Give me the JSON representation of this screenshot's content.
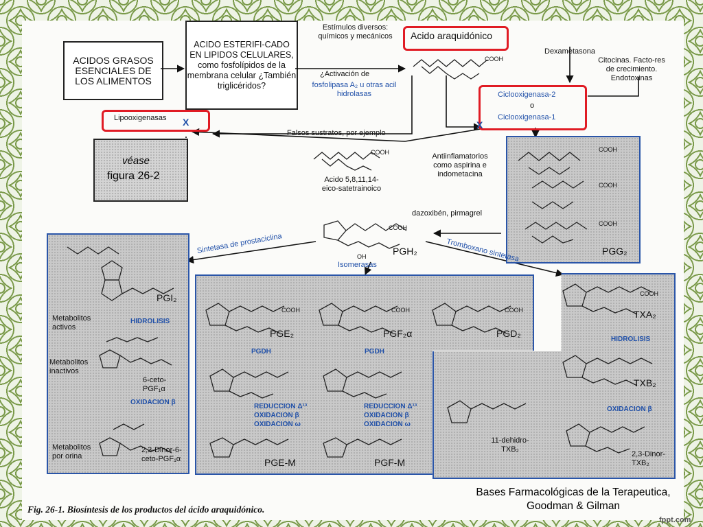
{
  "boxes": {
    "acidos_grasos": "ACIDOS GRASOS ESENCIALES DE LOS ALIMENTOS",
    "acido_esterificado": "ACIDO ESTERIFI-CADO EN LIPIDOS CELULARES, como fosfolípidos de la membrana celular ¿También triglicéridos?",
    "vease": "véase",
    "figura": "figura 26-2"
  },
  "labels": {
    "estimulos": "Estímulos diversos: químicos y mecánicos",
    "acido_araquidonico": "Acido araquidónico",
    "dexametasona": "Dexametasona",
    "citocinas": "Citocinas. Facto-res de crecimiento. Endotoxinas",
    "activacion_prefix": "¿Activación de",
    "fosfolipasa": "fosfolipasa A₂ u otras acil hidrolasas",
    "ciclooxigenasa_2": "Ciclooxigenasa-2",
    "o": "o",
    "ciclooxigenasa_1": "Ciclooxigenasa-1",
    "lipooxigenasas": "Lipooxigenasas",
    "x": "X",
    "falsos_sustratos": "Falsos sustratos, por ejemplo",
    "acido_eicosatetrainoico": "Acido 5,8,11,14-eico-satetrainoico",
    "antiinflamatorios": "Antiinflamatorios como aspirina e indometacina",
    "dazoxiben": "dazoxibén, pirmagrel",
    "sintetasa_prostaciclina": "Sintetasa de prostaciclina",
    "isomerasas": "Isomerasas",
    "tromboxano_sintetasa": "Tromboxano sintetasa",
    "pgh2": "PGH₂",
    "pgg2": "PGG₂",
    "cooh": "COOH",
    "oh": "OH"
  },
  "left_panel": {
    "pgi2": "PGI₂",
    "metabolitos_activos": "Metabolitos activos",
    "hidrolisis": "HIDROLISIS",
    "metabolitos_inactivos": "Metabolitos inactivos",
    "seis_ceto": "6-ceto-PGF₁α",
    "oxidacion_beta": "OXIDACION β",
    "metabolitos_orina": "Metabolitos por orina",
    "dinor": "2,3-Dinor-6-ceto-PGF₁α"
  },
  "middle_panel": {
    "pge2": "PGE₂",
    "pgf2a": "PGF₂α",
    "pgd2": "PGD₂",
    "pgdh": "PGDH",
    "reduccion": "REDUCCION Δ¹³",
    "oxidacion_beta": "OXIDACION β",
    "oxidacion_omega": "OXIDACION ω",
    "pge_m": "PGE-M",
    "pgf_m": "PGF-M"
  },
  "right_panel": {
    "txa2": "TXA₂",
    "hidrolisis": "HIDROLISIS",
    "txb2": "TXB₂",
    "oxidacion_beta": "OXIDACION β",
    "dehidro": "11-dehidro-TXB₂",
    "dinor": "2,3-Dinor-TXB₂"
  },
  "caption": "Fig. 26-1. Biosíntesis de los productos del ácido araquidónico.",
  "credit": "Bases Farmacológicas de la Terapeutica, Goodman & Gilman",
  "watermark": "fppt.com",
  "colors": {
    "accent_red": "#e01b24",
    "accent_blue": "#1f4fa8",
    "panel_gray": "#c9c9c9"
  }
}
